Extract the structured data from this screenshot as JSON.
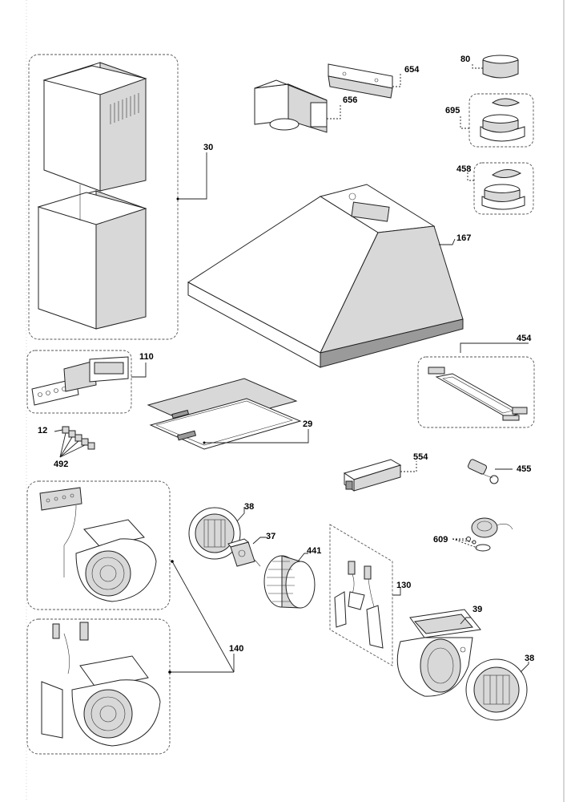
{
  "parts": {
    "p30": "30",
    "p654": "654",
    "p80": "80",
    "p656": "656",
    "p695": "695",
    "p458": "458",
    "p167": "167",
    "p110": "110",
    "p454": "454",
    "p29": "29",
    "p12": "12",
    "p492": "492",
    "p554": "554",
    "p455": "455",
    "p38a": "38",
    "p37": "37",
    "p441": "441",
    "p609": "609",
    "p130": "130",
    "p39": "39",
    "p140": "140",
    "p38b": "38"
  }
}
